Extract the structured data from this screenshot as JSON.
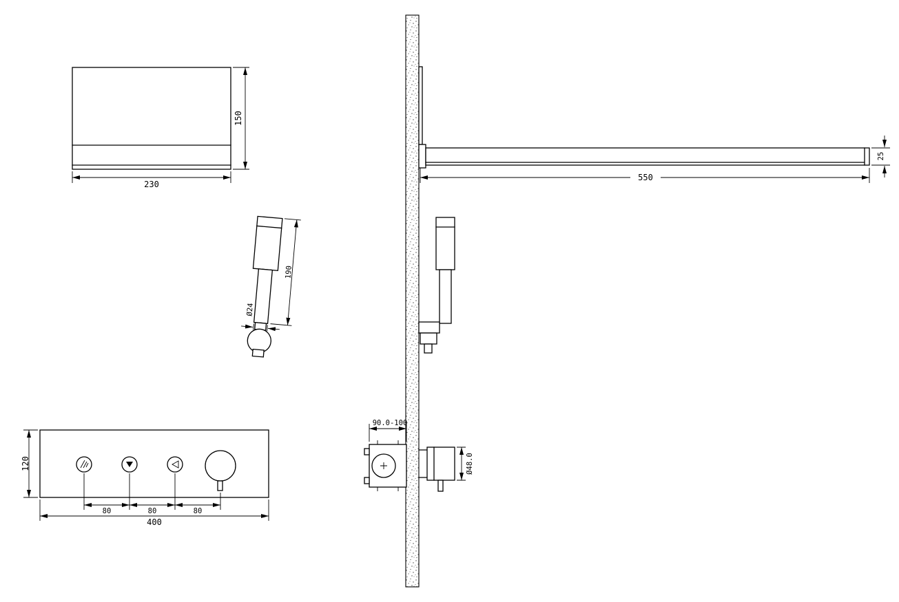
{
  "colors": {
    "background": "#ffffff",
    "line": "#000000",
    "wall_speckle": "#444444"
  },
  "views": {
    "shower_head_front": {
      "width_mm": "230",
      "height_mm": "150"
    },
    "shower_arm_side": {
      "length_mm": "550",
      "thickness_mm": "25"
    },
    "hand_shower_front": {
      "length_mm": "190",
      "diameter_mm": "Ø24"
    },
    "control_panel_front": {
      "height_mm": "120",
      "width_mm": "400",
      "button_spacing_mm": [
        "80",
        "80",
        "80"
      ],
      "icons": [
        "spray-mode-icon",
        "stream-mode-icon",
        "hand-shower-mode-icon",
        "temperature-knob"
      ]
    },
    "valve_rough_in": {
      "installation_depth_mm": "90.0-100",
      "trim_diameter_mm": "Ø48.0"
    }
  }
}
